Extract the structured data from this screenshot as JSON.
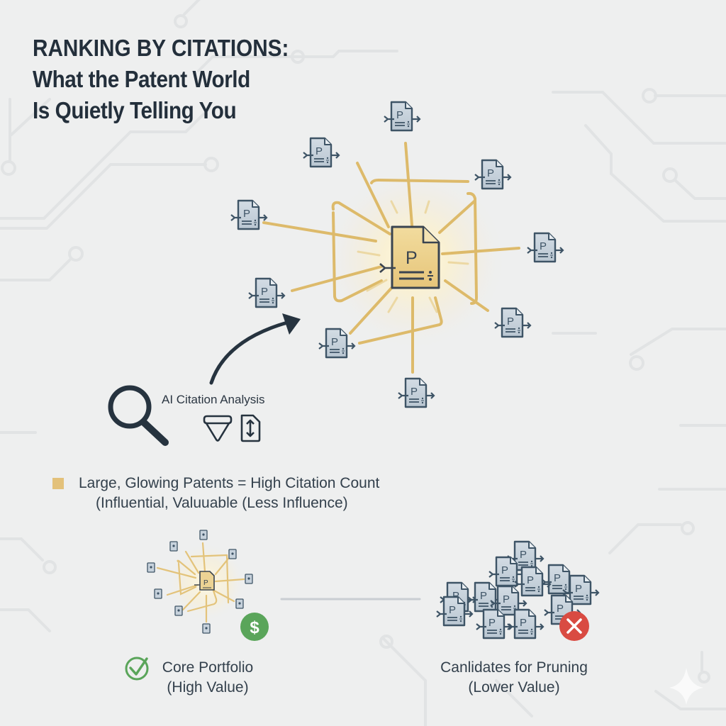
{
  "title": {
    "line1_caps": "RANKING BY CITATIONS:",
    "line1_rest": " What the Patent World",
    "line2": "Is Quietly Telling You"
  },
  "colors": {
    "background": "#eeefef",
    "circuit_lines": "#e2e4e5",
    "gold_accent": "#e3c17a",
    "gold_line": "#dcb660",
    "patent_doc_fill": "#c7d2dc",
    "patent_doc_stroke": "#3e5466",
    "hub_doc_fill": "#ecd394",
    "dark_ink": "#26333f",
    "success_green": "#5aa55a",
    "danger_red": "#d94b42"
  },
  "network": {
    "hub": {
      "icon": "patent-document-icon",
      "letter": "P",
      "highlight": "glowing"
    },
    "satellite_letter": "P",
    "satellite_count": 10
  },
  "analysis": {
    "label": "AI Citation Analysis",
    "icons": [
      "magnifier-icon",
      "filter-funnel-icon",
      "sort-document-icon"
    ]
  },
  "legend": {
    "swatch_color": "#e3c17a",
    "line1": "Large, Glowing Patents = High Citation Count",
    "line2": "(Influential, Valuuable (Less Influence)"
  },
  "outcomes": {
    "core": {
      "title": "Core Portfolio",
      "subtitle": "(High Value)",
      "status_icon": "check-circle-icon",
      "badge_icon": "dollar-icon",
      "badge_text": "$"
    },
    "prune": {
      "title": "Canlidates for Pruning",
      "subtitle": "(Lower Value)",
      "badge_icon": "close-circle-icon",
      "badge_text": "×"
    }
  }
}
